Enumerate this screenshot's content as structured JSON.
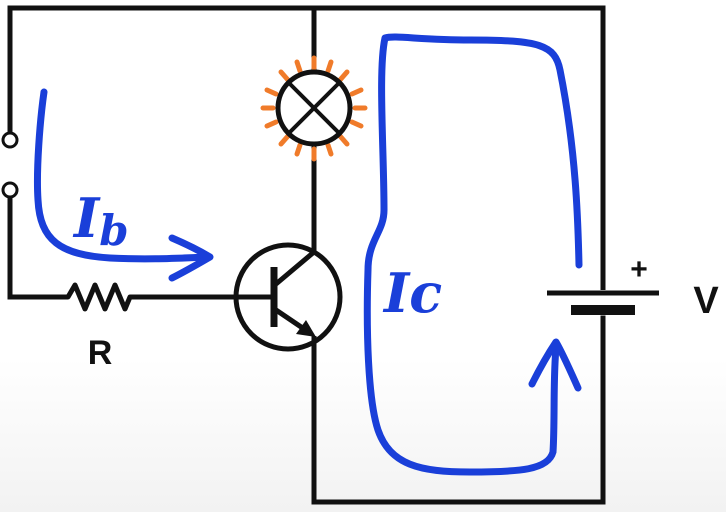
{
  "diagram": {
    "labels": {
      "resistor": "R",
      "voltage": "V",
      "battery_plus": "+",
      "base_current": "I",
      "base_current_subscript": "b",
      "collector_current": "Ic"
    },
    "components": {
      "switch": "switch-icon",
      "resistor": "resistor-icon",
      "lamp": "lamp-icon",
      "transistor": "npn-transistor-icon",
      "battery": "battery-icon"
    },
    "colors": {
      "wire": "#111111",
      "annotation": "#1a3fd9",
      "lamp_rays": "#f07b2a"
    }
  }
}
